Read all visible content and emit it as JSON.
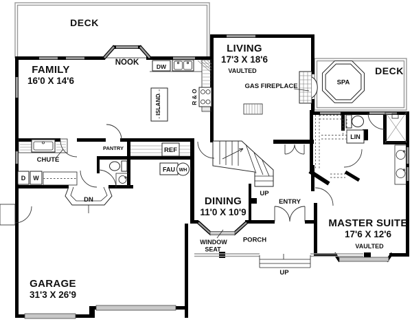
{
  "colors": {
    "wall": "#000000",
    "window": "#9b9b9b",
    "window_light": "#c8c8c8",
    "deck_rail": "#999999",
    "door_arc": "#333333",
    "text": "#111111",
    "background": "#ffffff"
  },
  "labels": {
    "deck_left": "DECK",
    "family": "FAMILY",
    "family_dims": "16'0 X 14'6",
    "nook": "NOOK",
    "dw": "DW",
    "island": "ISLAND",
    "range": "R & O",
    "living": "LIVING",
    "living_dims": "17'3 X 18'6",
    "living_note": "VAULTED",
    "gas_fireplace": "GAS FIREPLACE",
    "spa": "SPA",
    "deck_right": "DECK",
    "chute": "CHUTE",
    "dryer": "D",
    "washer": "W",
    "pantry": "PANTRY",
    "ref": "REF",
    "fau": "FAU",
    "wh": "WH",
    "dn": "DN",
    "stairs_up": "UP",
    "lin": "LIN",
    "dining": "DINING",
    "dining_dims": "11'0 X 10'9",
    "entry": "ENTRY",
    "window_seat_line1": "WINDOW",
    "window_seat_line2": "SEAT",
    "porch": "PORCH",
    "porch_up": "UP",
    "master": "MASTER SUITE",
    "master_dims": "17'6 X 12'6",
    "master_note": "VAULTED",
    "garage": "GARAGE",
    "garage_dims": "31'3 X 26'9"
  }
}
